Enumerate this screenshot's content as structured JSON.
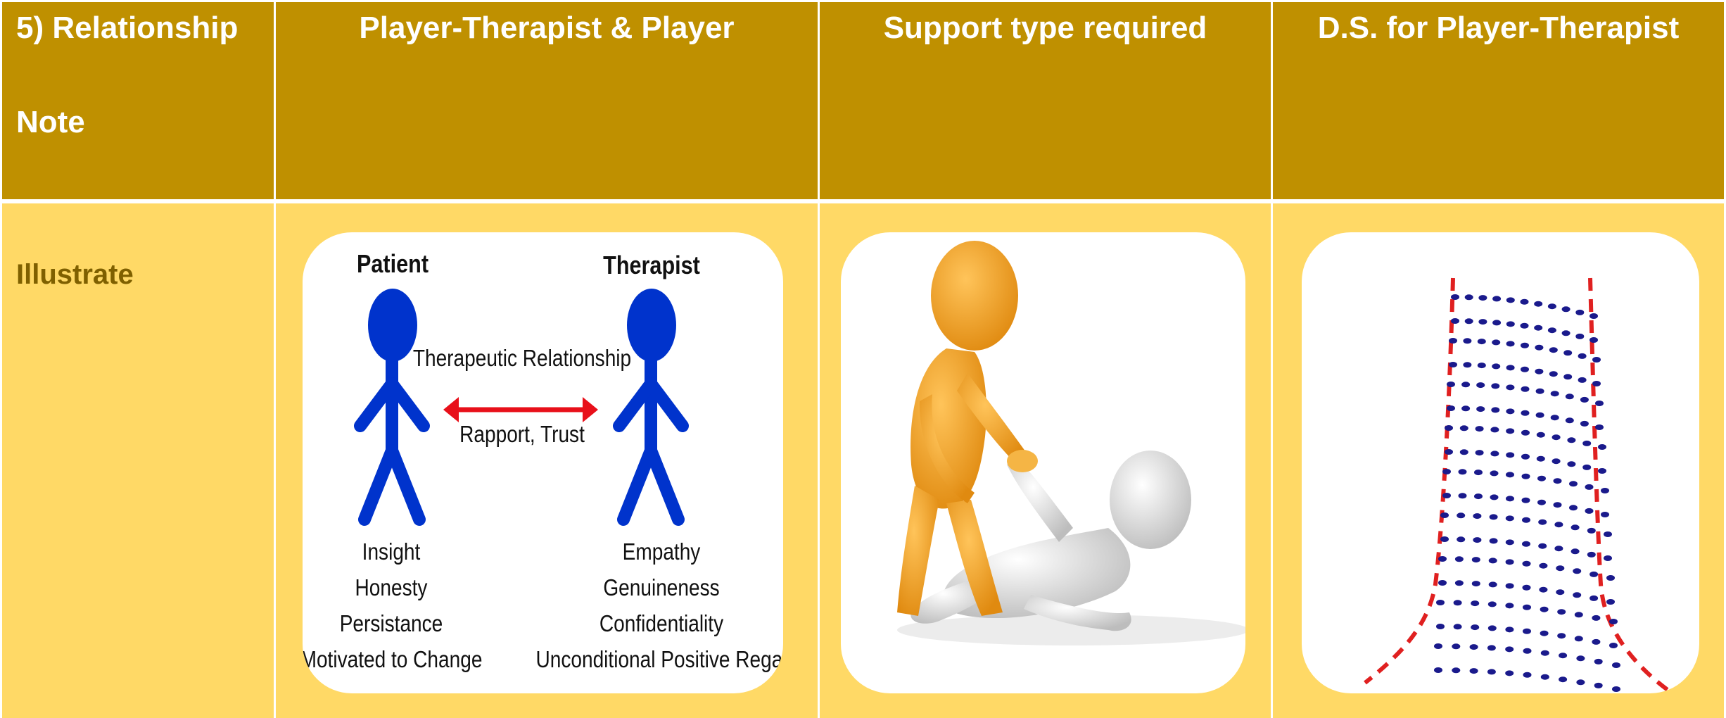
{
  "header": {
    "col1_line1": "5) Relationship",
    "col1_line2": "Note",
    "col2": "Player-Therapist & Player",
    "col3": "Support type required",
    "col4": "D.S. for Player-Therapist"
  },
  "row": {
    "label": "Illustrate"
  },
  "diagram": {
    "patient_title": "Patient",
    "therapist_title": "Therapist",
    "relationship_label": "Therapeutic Relationship",
    "bond_label": "Rapport, Trust",
    "patient_traits": [
      "Insight",
      "Honesty",
      "Persistance",
      "Motivated to Change"
    ],
    "therapist_traits": [
      "Empathy",
      "Genuineness",
      "Confidentiality",
      "Unconditional Positive Regard"
    ],
    "figure_color": "#0033cc",
    "arrow_color": "#e8101a"
  },
  "support_image": {
    "icon": "helping-hand-figures-icon",
    "helper_color": "#f0a020",
    "fallen_color": "#dcdcdc"
  },
  "helix_image": {
    "icon": "double-helix-icon",
    "strand_color": "#e02020",
    "dot_color": "#1a1a8c"
  },
  "colors": {
    "header_bg": "#bf9000",
    "body_bg": "#ffd966",
    "row_label": "#7f6000"
  }
}
